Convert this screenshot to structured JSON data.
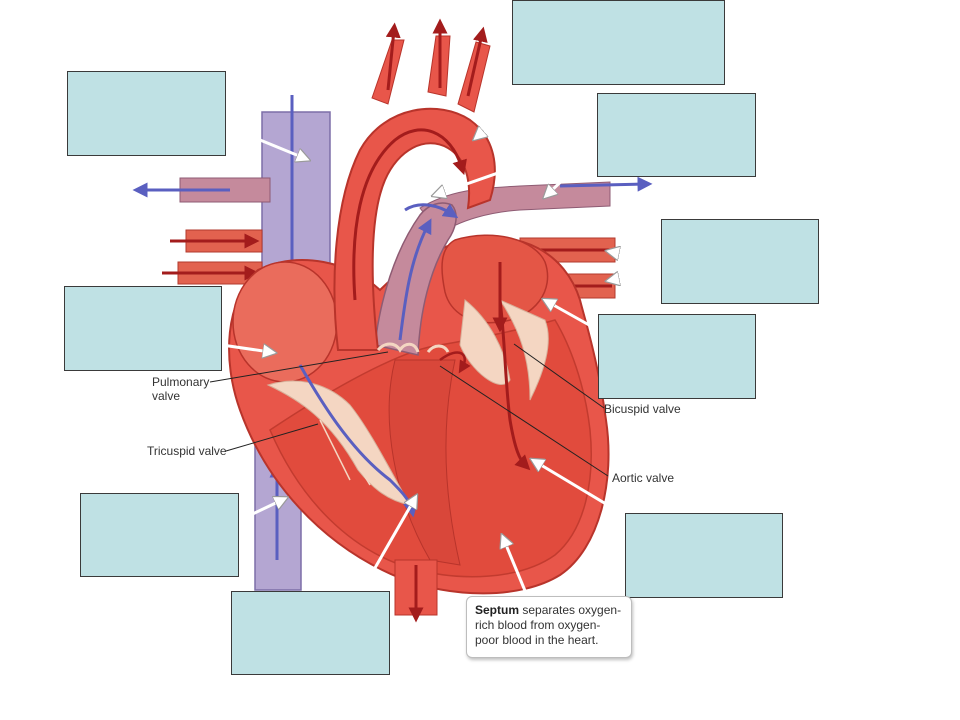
{
  "labels": {
    "pulmonary_valve_line1": "Pulmonary",
    "pulmonary_valve_line2": "valve",
    "tricuspid_valve": "Tricuspid valve",
    "bicuspid_valve": "Bicuspid valve",
    "aortic_valve": "Aortic valve"
  },
  "callout": {
    "term": "Septum",
    "text": " separates oxygen-rich blood from oxygen-poor blood in the heart."
  },
  "blank_boxes": [
    {
      "id": "top-center"
    },
    {
      "id": "upper-left"
    },
    {
      "id": "upper-right"
    },
    {
      "id": "right-middle"
    },
    {
      "id": "left-middle"
    },
    {
      "id": "right-lower"
    },
    {
      "id": "lower-left"
    },
    {
      "id": "bottom-right"
    },
    {
      "id": "bottom-center"
    }
  ],
  "colors": {
    "oxygen_rich": "#e8564a",
    "oxygen_rich_dark": "#a31c1c",
    "oxygen_poor": "#b4a6d2",
    "oxygen_poor_arrow": "#5a5fc0",
    "blank_box_fill": "#bfe1e4"
  }
}
